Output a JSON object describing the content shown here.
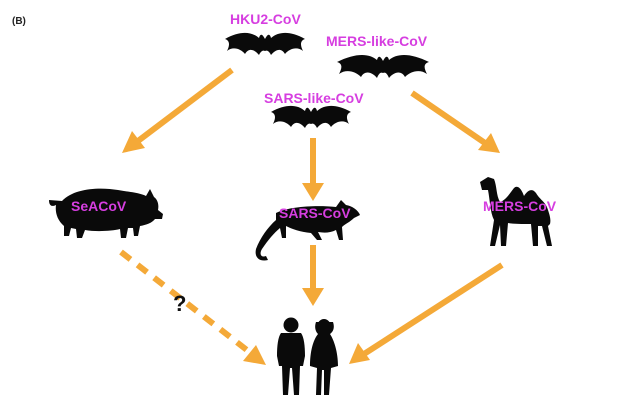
{
  "panel_label": "(B)",
  "labels": {
    "hku2": "HKU2-CoV",
    "mers_like": "MERS-like-CoV",
    "sars_like": "SARS-like-CoV",
    "seacov": "SeACoV",
    "sars": "SARS-CoV",
    "mers": "MERS-CoV"
  },
  "question_mark": "?",
  "colors": {
    "arrow": "#f4a938",
    "label": "#d63ee0",
    "silhouette": "#0a0a0a"
  },
  "icons": [
    "bat-icon",
    "pig-icon",
    "civet-icon",
    "camel-icon",
    "humans-icon"
  ]
}
